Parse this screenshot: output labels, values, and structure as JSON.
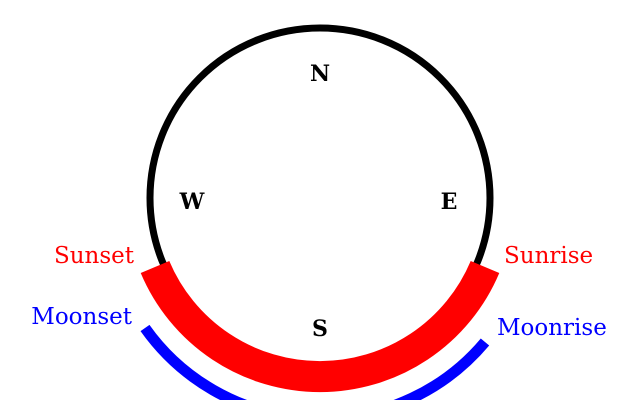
{
  "compass": {
    "north": "N",
    "south": "S",
    "east": "E",
    "west": "W",
    "ring_color": "#000000"
  },
  "sun": {
    "rise_label": "Sunrise",
    "set_label": "Sunset",
    "color": "#ff0000"
  },
  "moon": {
    "rise_label": "Moonrise",
    "set_label": "Moonset",
    "color": "#0000ff"
  }
}
